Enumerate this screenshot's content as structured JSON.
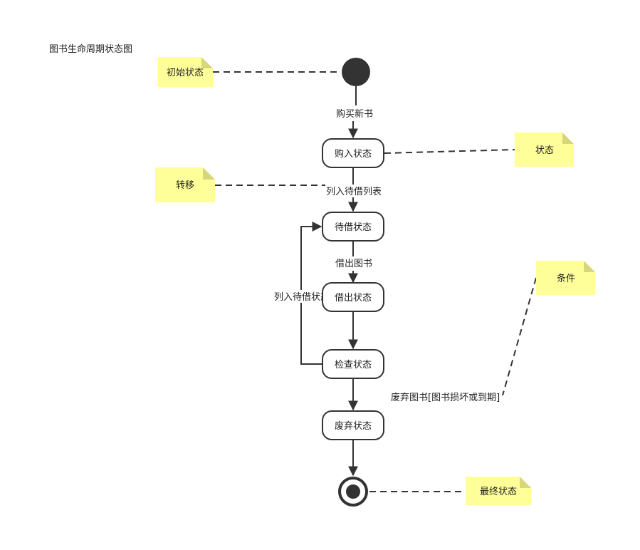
{
  "title": "图书生命周期状态图",
  "colors": {
    "line": "#333333",
    "note_fill": "#ffff99",
    "note_fold": "#d6d67a",
    "initial_fill": "#333333"
  },
  "states": {
    "purchased": "购入状态",
    "awaiting": "待借状态",
    "borrowed": "借出状态",
    "inspection": "检查状态",
    "discarded": "废弃状态"
  },
  "transitions": {
    "buy": "购买新书",
    "list_for_borrow": "列入待借列表",
    "borrow": "借出图书",
    "relist": "列入待借状态",
    "discard": "废弃图书[图书损坏或到期]"
  },
  "notes": {
    "initial": "初始状态",
    "state": "状态",
    "transition": "转移",
    "condition": "条件",
    "final": "最终状态"
  }
}
